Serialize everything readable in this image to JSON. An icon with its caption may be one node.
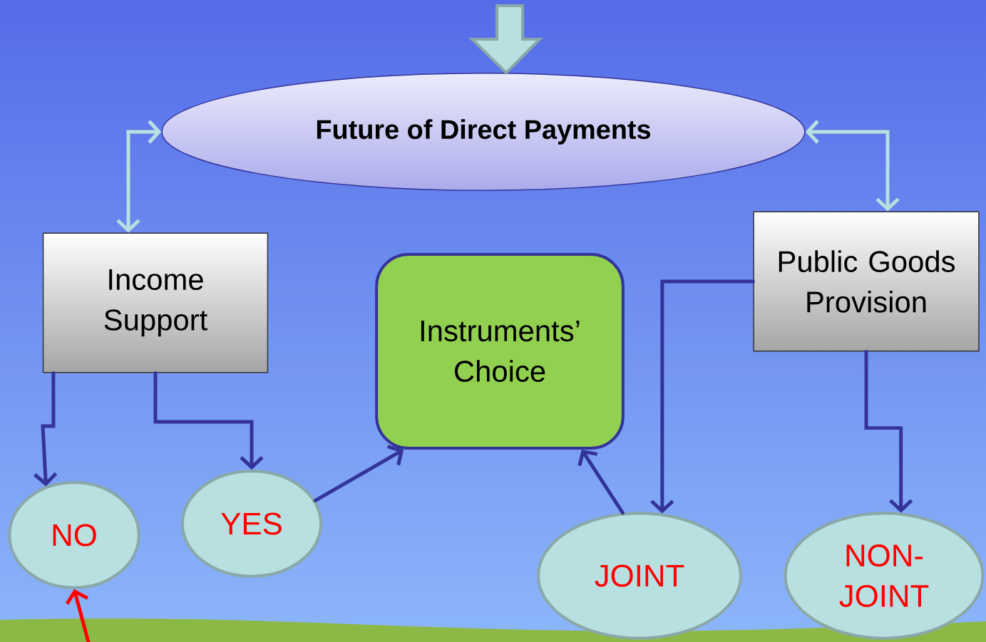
{
  "diagram": {
    "nodes": [
      {
        "text": [
          "Future of Direct Payments"
        ]
      },
      {
        "text": [
          "Income Support"
        ]
      },
      {
        "text": [
          "Instruments’ Choice"
        ]
      },
      {
        "text": [
          "Public Goods Provision"
        ]
      },
      {
        "text": [
          "NO"
        ]
      },
      {
        "text": [
          "YES"
        ]
      },
      {
        "text": [
          "JOINT"
        ]
      },
      {
        "text": [
          "NON-JOINT"
        ]
      }
    ],
    "edges": [
      {
        "from": null,
        "to": 0,
        "arrow": "to",
        "style": "thick",
        "color": "#b8e0e0"
      },
      {
        "from": 0,
        "to": 1,
        "arrow": "both",
        "color": "#b8e0e0"
      },
      {
        "from": 0,
        "to": 3,
        "arrow": "both",
        "color": "#b8e0e0"
      },
      {
        "from": 1,
        "to": 4,
        "arrow": "to"
      },
      {
        "from": 1,
        "to": 5,
        "arrow": "to"
      },
      {
        "from": 5,
        "to": 2,
        "arrow": "to"
      },
      {
        "from": 6,
        "to": 2,
        "arrow": "to"
      },
      {
        "from": 3,
        "to": 6,
        "arrow": "to"
      },
      {
        "from": 3,
        "to": 7,
        "arrow": "to"
      },
      {
        "from": null,
        "to": 4,
        "arrow": "to",
        "color": "#ff0000"
      }
    ]
  }
}
